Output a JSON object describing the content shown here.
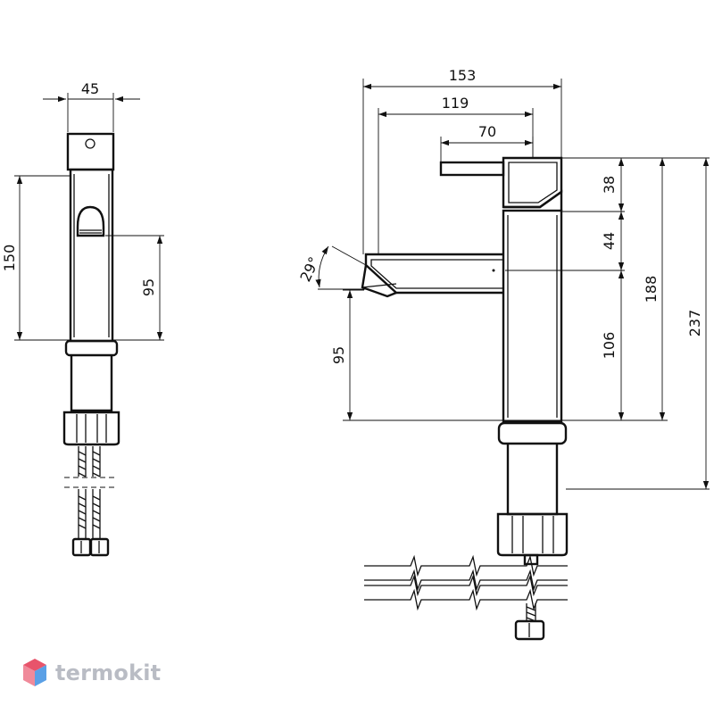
{
  "left_view": {
    "width": "45",
    "height": "150",
    "aerator_height": "95"
  },
  "right_view": {
    "overall_length": "153",
    "spout_reach": "119",
    "lever_length": "70",
    "top_handle": "38",
    "spout_gap": "44",
    "spout_height": "106",
    "body_height": "188",
    "total_height": "237",
    "outlet_height": "95",
    "spout_angle": "29°"
  },
  "brand": {
    "name": "termokit",
    "colors": [
      "#e8546b",
      "#5aa0e6",
      "#b9bcc4"
    ]
  }
}
